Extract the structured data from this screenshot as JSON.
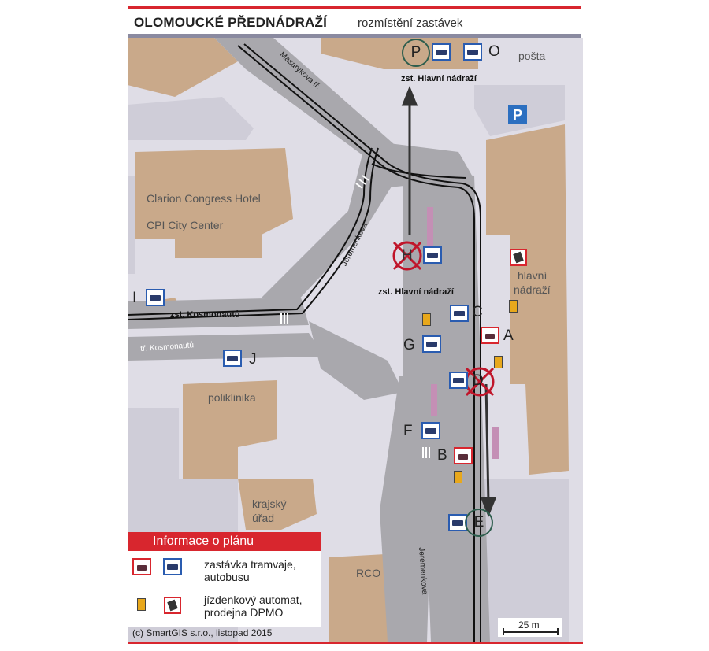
{
  "title": "OLOMOUCKÉ PŘEDNÁDRAŽÍ",
  "subtitle": "rozmístění zastávek",
  "places": {
    "posta": "pošta",
    "hotel_line1": "Clarion Congress Hotel",
    "hotel_line2": "CPI City Center",
    "station_line1": "hlavní",
    "station_line2": "nádraží",
    "poliklinika": "poliklinika",
    "urad_line1": "krajský",
    "urad_line2": "úřad",
    "rco": "RCO"
  },
  "streets": {
    "masarykova": "Masarykova tř.",
    "jeremenkova_upper": "Jeremenkova",
    "jeremenkova_lower": "Jeremenkova",
    "kosmonautu": "tř. Kosmonautů"
  },
  "stop_names": {
    "hlavni_top": "zst. Hlavní nádraží",
    "hlavni_mid": "zst. Hlavní nádraží",
    "kosmonautu": "zst. Kosmonautů"
  },
  "stops": {
    "P": "P",
    "O": "O",
    "H": "H",
    "I": "I",
    "C": "C",
    "A": "A",
    "G": "G",
    "D": "D",
    "J": "J",
    "F": "F",
    "B": "B",
    "E": "E"
  },
  "parking": "P",
  "legend": {
    "header": "Informace o plánu",
    "stop_line1": "zastávka tramvaje,",
    "stop_line2": "autobusu",
    "ticket_line1": "jízdenkový automat,",
    "ticket_line2": "prodejna DPMO"
  },
  "copyright": "(c) SmartGIS s.r.o., listopad 2015",
  "scale": "25 m",
  "colors": {
    "building": "#c9a98a",
    "road": "#a8a8ac",
    "ground": "#e0dfe6",
    "tram_red": "#d8262e",
    "bus_blue": "#2a5cb0",
    "parking_blue": "#2c6fc0"
  },
  "icons": {
    "tram": "tram-stop-icon",
    "bus": "bus-stop-icon",
    "ticket": "ticket-machine-icon",
    "sale": "ticket-office-icon",
    "cancel": "cancelled-stop-x-icon",
    "arrow": "direction-arrow-icon"
  }
}
